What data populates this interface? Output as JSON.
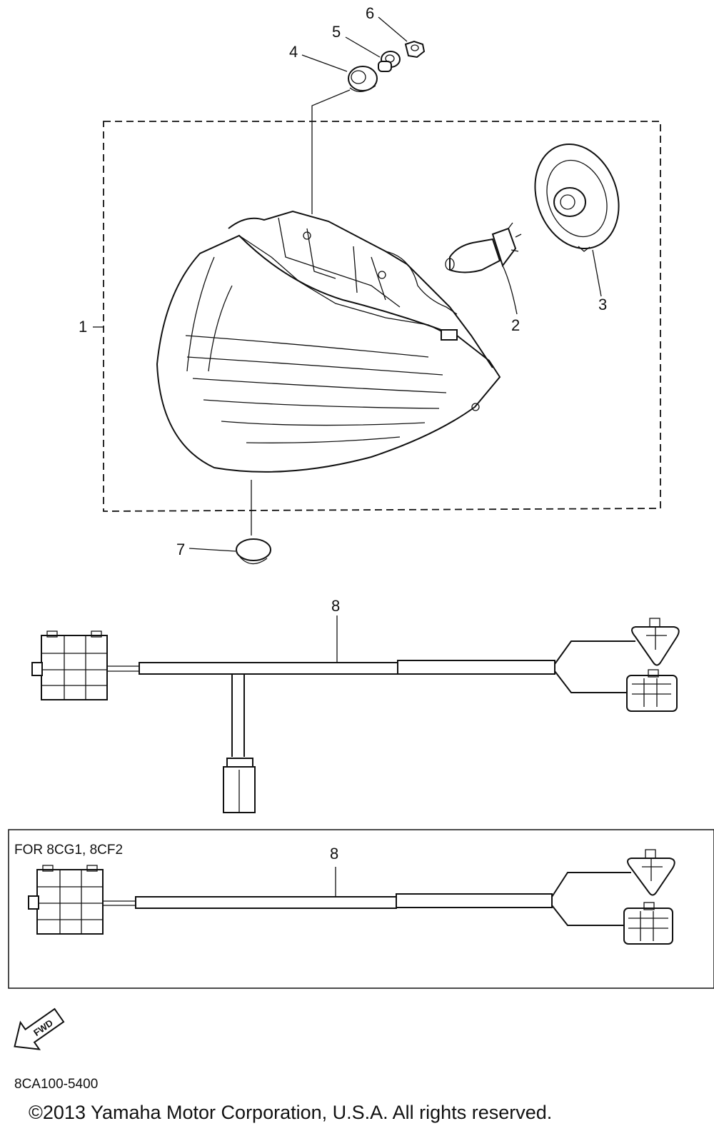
{
  "callouts": [
    {
      "id": "1",
      "text": "1"
    },
    {
      "id": "2",
      "text": "2"
    },
    {
      "id": "3",
      "text": "3"
    },
    {
      "id": "4",
      "text": "4"
    },
    {
      "id": "5",
      "text": "5"
    },
    {
      "id": "6",
      "text": "6"
    },
    {
      "id": "7",
      "text": "7"
    },
    {
      "id": "8a",
      "text": "8"
    },
    {
      "id": "8b",
      "text": "8"
    }
  ],
  "variant_box": {
    "label": "FOR 8CG1, 8CF2"
  },
  "fwd_arrow": {
    "text": "FWD",
    "icon": "fwd-arrow-icon"
  },
  "footer": {
    "diagram_code": "8CA100-5400",
    "copyright": "©2013 Yamaha Motor Corporation, U.S.A. All rights reserved."
  }
}
